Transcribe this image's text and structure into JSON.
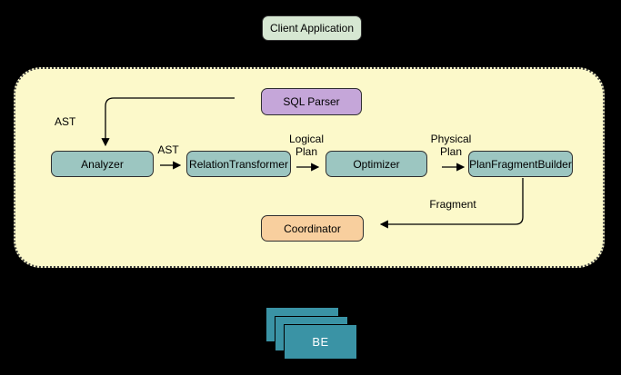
{
  "colors": {
    "background": "#000000",
    "container_fill": "#fcf9ca",
    "container_border": "#3b3b3b",
    "node_border": "#2f2f2f",
    "green": "#d6e7d2",
    "purple": "#c5a6d9",
    "teal": "#9cc6c1",
    "orange": "#f8cf9e",
    "be_teal": "#3a93a5",
    "arrow": "#000000",
    "text": "#000000",
    "be_text": "#ffffff"
  },
  "nodes": {
    "client_application": {
      "label": "Client Application"
    },
    "sql_parser": {
      "label": "SQL Parser"
    },
    "analyzer": {
      "label": "Analyzer"
    },
    "relation_transformer": {
      "label": "RelationTransformer"
    },
    "optimizer": {
      "label": "Optimizer"
    },
    "plan_fragment_builder": {
      "label": "PlanFragmentBuilder"
    },
    "coordinator": {
      "label": "Coordinator"
    },
    "be": {
      "label": "BE"
    }
  },
  "edge_labels": {
    "ast_parser_to_analyzer": "AST",
    "ast_analyzer_to_transformer": "AST",
    "logical_plan": "Logical Plan",
    "physical_plan": "Physical Plan",
    "fragment": "Fragment"
  }
}
